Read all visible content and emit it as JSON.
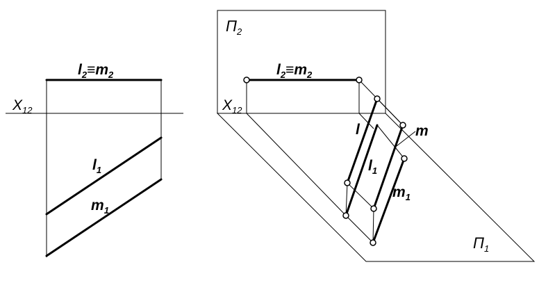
{
  "left_view": {
    "axis_label": "X",
    "axis_sub": "12",
    "top_label": {
      "a": "l",
      "a_sub": "2",
      "eq": "≡",
      "b": "m",
      "b_sub": "2"
    },
    "line_l_label": {
      "name": "l",
      "sub": "1"
    },
    "line_m_label": {
      "name": "m",
      "sub": "1"
    }
  },
  "right_view": {
    "plane_v_label": {
      "name": "П",
      "sub": "2"
    },
    "plane_h_label": {
      "name": "П",
      "sub": "1"
    },
    "axis_label": "X",
    "axis_sub": "12",
    "top_label": {
      "a": "l",
      "a_sub": "2",
      "eq": "≡",
      "b": "m",
      "b_sub": "2"
    },
    "space_l_label": "l",
    "space_m_label": "m",
    "proj_l_label": {
      "name": "l",
      "sub": "1"
    },
    "proj_m_label": {
      "name": "m",
      "sub": "1"
    }
  }
}
